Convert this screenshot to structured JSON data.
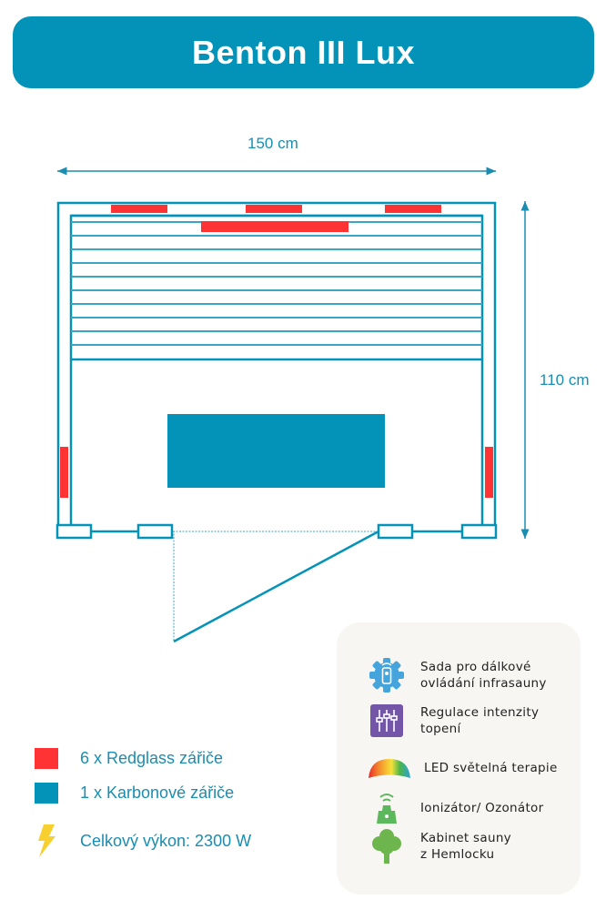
{
  "header": {
    "title": "Benton III Lux"
  },
  "dimensions": {
    "width": "150 cm",
    "depth": "110 cm"
  },
  "legend": [
    {
      "label": "6 x Redglass zářiče",
      "color": "#ff3333",
      "icon": "red-square"
    },
    {
      "label": "1 x Karbonové zářiče",
      "color": "#0393b8",
      "icon": "blue-square"
    },
    {
      "label": "Celkový výkon: 2300 W",
      "icon": "lightning-icon"
    }
  ],
  "features": [
    {
      "line1": "Sada pro dálkové",
      "line2": "ovládání infrasauny",
      "icon": "remote-gear-icon"
    },
    {
      "line1": "Regulace intenzity",
      "line2": "topení",
      "icon": "sliders-icon"
    },
    {
      "line1": "LED světelná terapie",
      "icon": "rainbow-icon"
    },
    {
      "line1": "Ionizátor/ Ozonátor",
      "icon": "ionizer-icon"
    },
    {
      "line1": "Kabinet sauny",
      "line2": "z Hemlocku",
      "icon": "tree-icon"
    }
  ],
  "colors": {
    "accent": "#0393b8",
    "redglass": "#ff3333",
    "panel": "#f8f6f2"
  }
}
